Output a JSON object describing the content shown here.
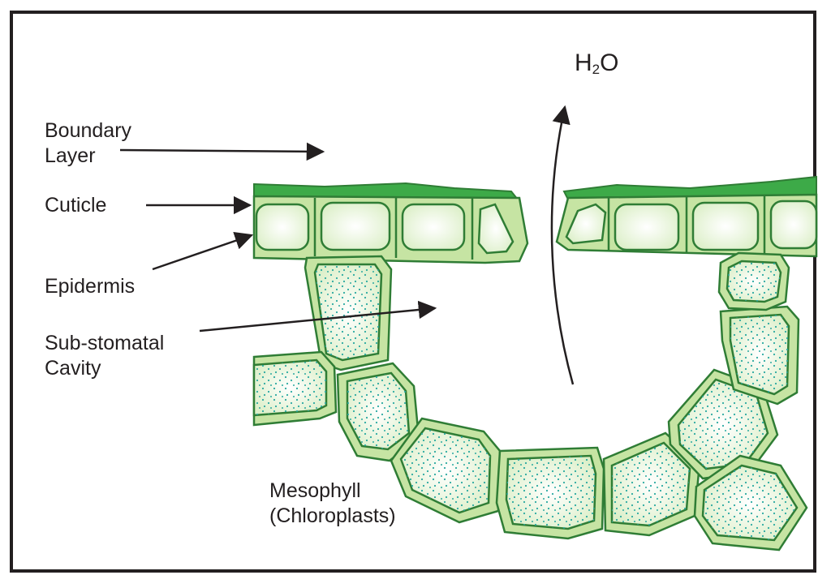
{
  "labels": {
    "boundary_layer_1": "Boundary",
    "boundary_layer_2": "Layer",
    "cuticle": "Cuticle",
    "epidermis": "Epidermis",
    "cavity_1": "Sub-stomatal",
    "cavity_2": "Cavity",
    "mesophyll_1": "Mesophyll",
    "mesophyll_2": "(Chloroplasts)",
    "water_h": "H",
    "water_2": "2",
    "water_o": "O"
  },
  "colors": {
    "cuticle": "#3daa48",
    "cell_wall": "#c6e4a3",
    "cell_outline": "#2f7d35",
    "cell_interior": "#eef7e3",
    "chloroplast_dots": "#2aa9a0",
    "text": "#231f20"
  }
}
